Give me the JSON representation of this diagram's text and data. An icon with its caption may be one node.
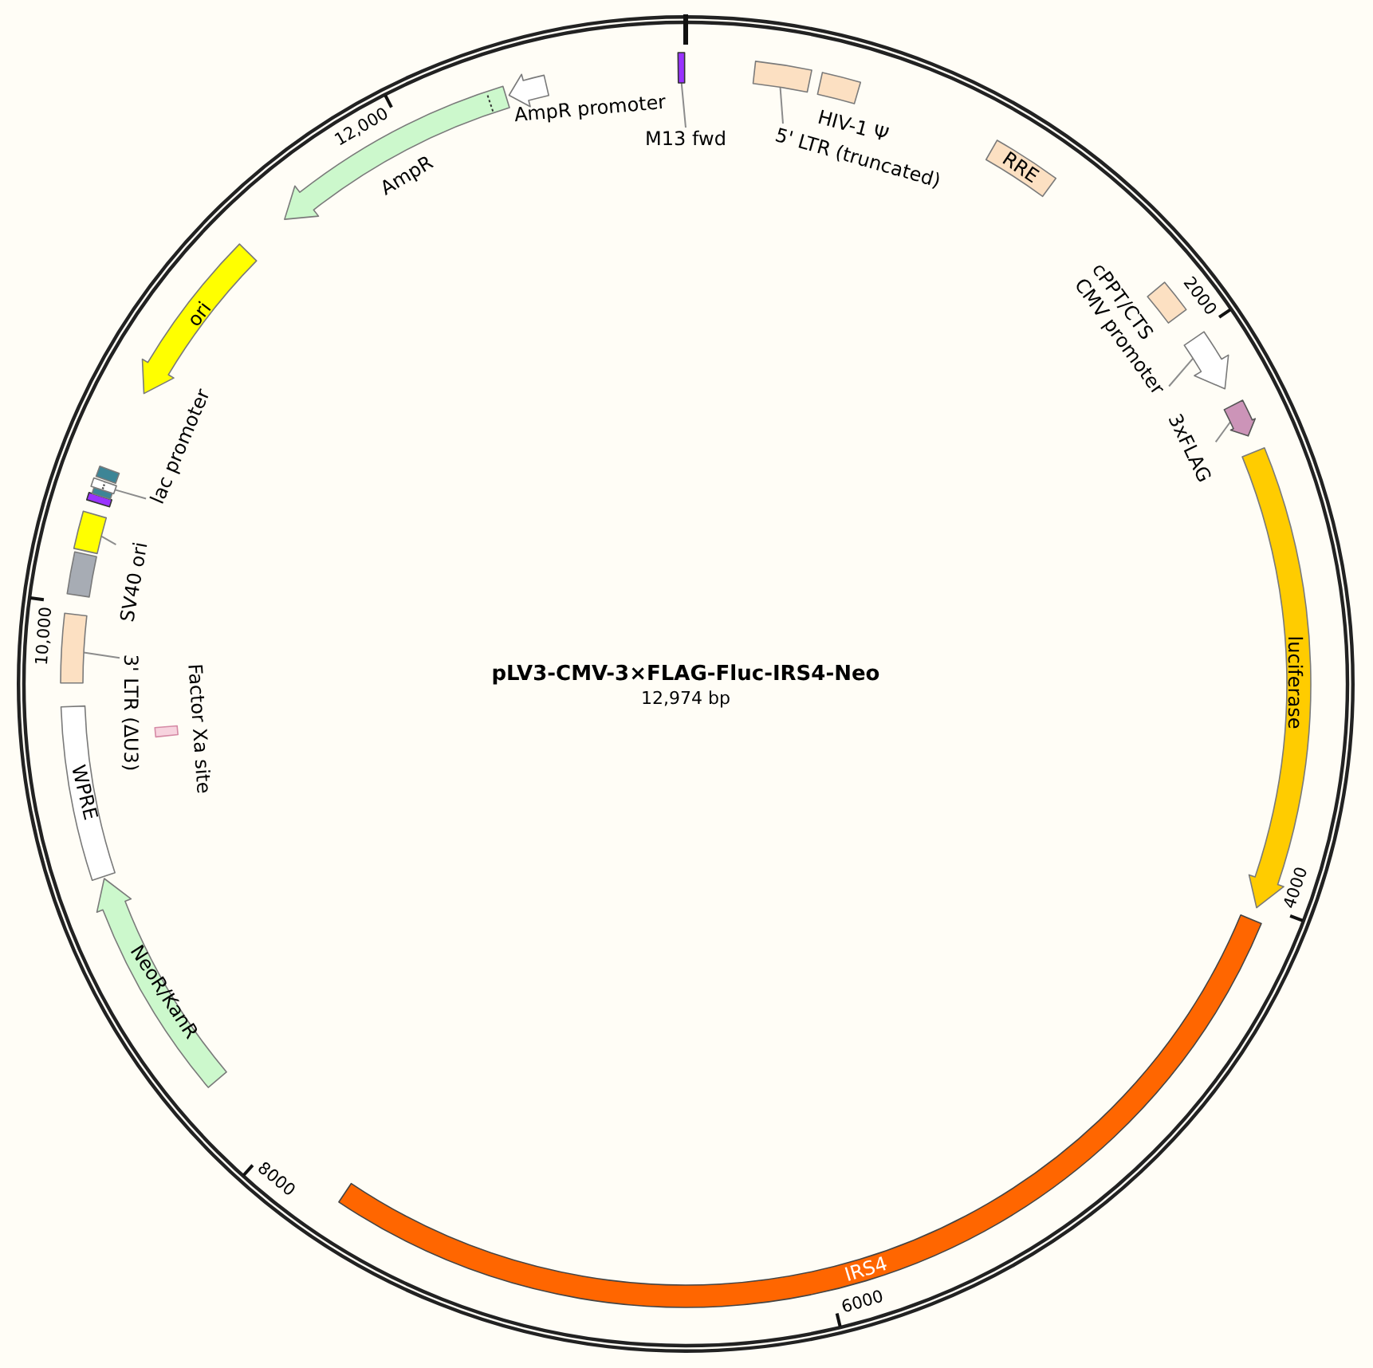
{
  "diagram": {
    "title": "pLV3-CMV-3×FLAG-Fluc-IRS4-Neo",
    "nodes": [
      {
        "text": [
          "M13 fwd"
        ]
      },
      {
        "text": [],
        "shape": "bar"
      },
      {
        "text": [
          "5' LTR (truncated)"
        ]
      },
      {
        "text": [],
        "shape": "box"
      },
      {
        "text": [
          "HIV-1 Ψ"
        ]
      },
      {
        "text": [
          "RRE"
        ]
      },
      {
        "text": [
          "cPPT/CTS"
        ]
      },
      {
        "text": [
          "CMV promoter"
        ]
      },
      {
        "text": [],
        "shape": "arrow"
      },
      {
        "text": [
          "3xFLAG"
        ]
      },
      {
        "text": [],
        "shape": "arrow"
      },
      {
        "text": [
          "luciferase"
        ]
      },
      {
        "text": [
          "IRS4"
        ]
      },
      {
        "text": [
          "NeoR/KanR"
        ]
      },
      {
        "text": [
          "WPRE"
        ]
      },
      {
        "text": [
          "Factor Xa site"
        ]
      },
      {
        "text": [
          "3' LTR (ΔU3)"
        ]
      },
      {
        "text": [],
        "shape": "box"
      },
      {
        "text": [],
        "shape": "box"
      },
      {
        "text": [
          "SV40 ori"
        ]
      },
      {
        "text": [],
        "shape": "box"
      },
      {
        "text": [
          "lac promoter"
        ]
      },
      {
        "text": [],
        "shape": "bar"
      },
      {
        "text": [],
        "shape": "box"
      },
      {
        "text": [],
        "shape": "box"
      },
      {
        "text": [],
        "shape": "box"
      },
      {
        "text": [
          "ori"
        ]
      },
      {
        "text": [
          "AmpR"
        ]
      },
      {
        "text": [
          "AmpR promoter"
        ]
      }
    ],
    "edges": [
      {
        "from": 0,
        "to": 1,
        "arrow": "none"
      },
      {
        "from": 2,
        "to": 3,
        "arrow": "none"
      },
      {
        "from": 7,
        "to": 8,
        "arrow": "none"
      },
      {
        "from": 9,
        "to": 10,
        "arrow": "none"
      },
      {
        "from": 16,
        "to": 17,
        "arrow": "none"
      },
      {
        "from": 19,
        "to": 20,
        "arrow": "none"
      },
      {
        "from": 21,
        "to": 24,
        "arrow": "none"
      }
    ],
    "labels": [
      "12,974 bp",
      "2000",
      "4000",
      "6000",
      "8000",
      "10,000",
      "12,000"
    ]
  }
}
